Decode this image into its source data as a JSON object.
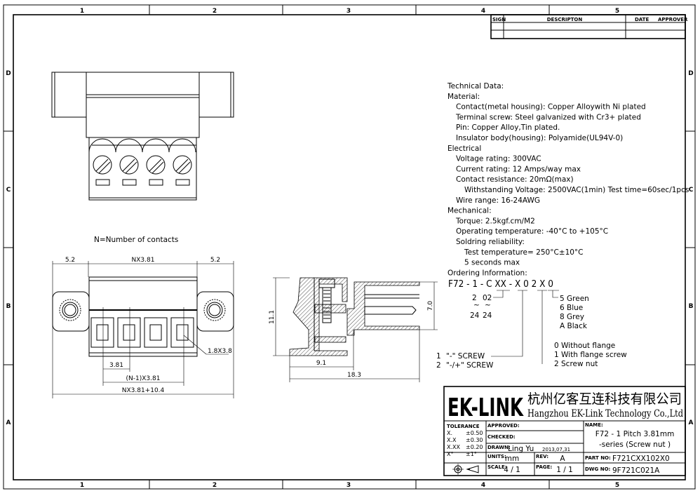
{
  "frame": {
    "columns": [
      "1",
      "2",
      "3",
      "4",
      "5"
    ],
    "rows": [
      "D",
      "C",
      "B",
      "A"
    ]
  },
  "revision_table": {
    "headers": [
      "SIGN",
      "DESCRIPTON",
      "DATE",
      "APPROVER"
    ]
  },
  "drawing": {
    "note": "N=Number of contacts",
    "front_dims": {
      "left_flange": "5.2",
      "pitch_total": "NX3.81",
      "right_flange": "5.2",
      "pitch": "3.81",
      "span": "(N-1)X3.81",
      "overall": "NX3.81+10.4",
      "opening": "1.8X3.8"
    },
    "side_dims": {
      "height": "11.1",
      "pin_height": "7.0",
      "depth_partial": "9.1",
      "depth_total": "18.3"
    }
  },
  "technical_data": {
    "lines": [
      {
        "text": "Technical Data:",
        "level": 0
      },
      {
        "text": "Material:",
        "level": 0
      },
      {
        "text": "Contact(metal housing): Copper Alloywith Ni plated",
        "level": 1
      },
      {
        "text": "Terminal screw: Steel galvanized with Cr3+ plated",
        "level": 1
      },
      {
        "text": "Pin: Copper Alloy,Tin plated.",
        "level": 1
      },
      {
        "text": "Insulator body(housing): Polyamide(UL94V-0)",
        "level": 1
      },
      {
        "text": "Electrical",
        "level": 0
      },
      {
        "text": "Voltage rating: 300VAC",
        "level": 1
      },
      {
        "text": "Current rating: 12 Amps/way max",
        "level": 1
      },
      {
        "text": "Contact resistance: 20mΩ(max)",
        "level": 1
      },
      {
        "text": "Withstanding Voltage: 2500VAC(1min) Test time=60sec/1pcs",
        "level": 2
      },
      {
        "text": "Wire range: 16-24AWG",
        "level": 1
      },
      {
        "text": "Mechanical:",
        "level": 0
      },
      {
        "text": "Torque: 2.5kgf.cm/M2",
        "level": 1
      },
      {
        "text": "Operating temperature: -40°C to +105°C",
        "level": 1
      },
      {
        "text": "Soldring reliability:",
        "level": 1
      },
      {
        "text": "Test temperature= 250°C±10°C",
        "level": 2
      },
      {
        "text": "5 seconds max",
        "level": 2
      },
      {
        "text": "Ordering Information:",
        "level": 0
      }
    ]
  },
  "ordering": {
    "code": "F72 - 1 - C XX - X 0 2 X 0",
    "contacts_from": [
      "2",
      "02"
    ],
    "tilde": "~",
    "contacts_to": [
      "24",
      "24"
    ],
    "colors": [
      "5  Green",
      "6  Blue",
      "8  Grey",
      "A  Black"
    ],
    "flange": [
      "0  Without flange",
      "1  With flange screw",
      "2  Screw nut"
    ],
    "screw": [
      {
        "num": "1",
        "label": "\"-\" SCREW"
      },
      {
        "num": "2",
        "label": "\"-/+\" SCREW"
      }
    ]
  },
  "title_block": {
    "logo": "EK-LINK",
    "company_cn": "杭州亿客互连科技有限公司",
    "company_en": "Hangzhou EK-Link Technology Co.,Ltd",
    "tolerance_title": "TOLERANCE",
    "tolerances": [
      [
        "X.",
        "±0.50"
      ],
      [
        "X.X",
        "±0.30"
      ],
      [
        "X.XX",
        "±0.20"
      ],
      [
        "X°",
        "±1°"
      ]
    ],
    "approved_label": "APPROVED:",
    "checked_label": "CHECKED:",
    "drawn_label": "DRAWN:",
    "drawn_by": "Ling Yu",
    "drawn_date": "2013,07,31",
    "units_label": "UNITS:",
    "units": "mm",
    "rev_label": "REV:",
    "rev": "A",
    "scale_label": "SCALE:",
    "scale": "4 / 1",
    "page_label": "PAGE:",
    "page": "1 / 1",
    "name_label": "NAME:",
    "name_line1": "F72 - 1 Pitch 3.81mm",
    "name_line2": "-series  (Screw nut )",
    "part_no_label": "PART NO:",
    "part_no": "F721CXX102X0",
    "dwg_no_label": "DWG NO:",
    "dwg_no": "9F721C021A"
  }
}
